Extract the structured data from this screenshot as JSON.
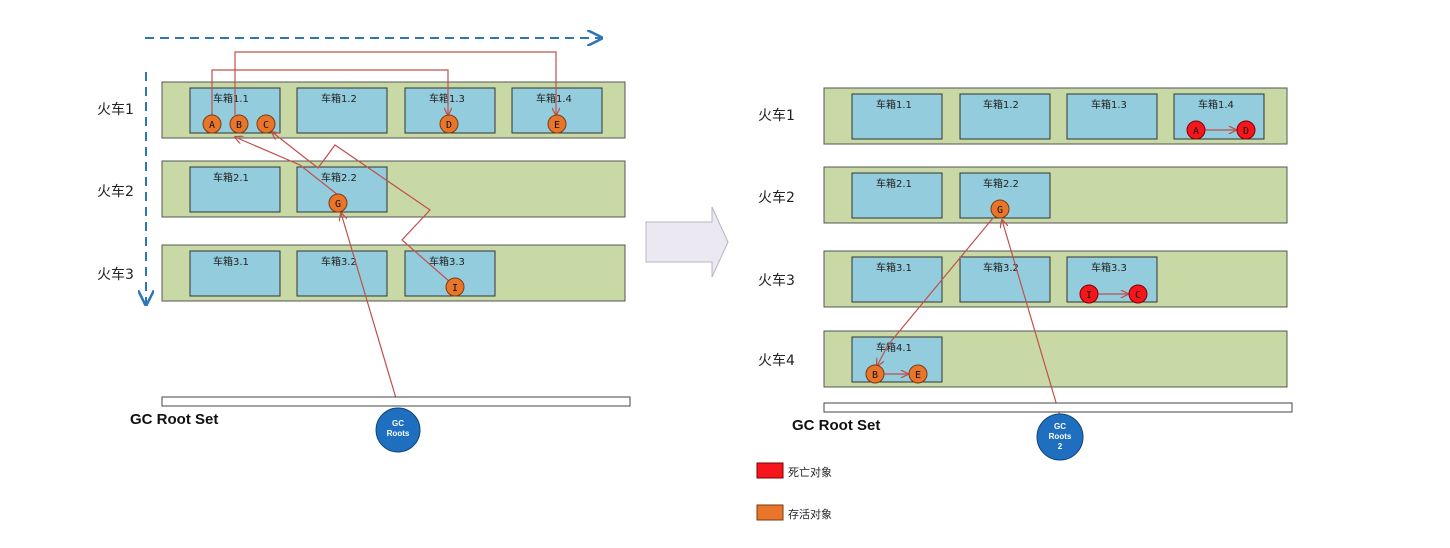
{
  "colors": {
    "train_fill": "#c8d9a6",
    "train_stroke": "#555555",
    "car_fill": "#93cddd",
    "car_stroke": "#333333",
    "live_object": "#e9752a",
    "dead_object": "#f5161c",
    "root": "#1f6fc0",
    "edge": "#c0504d",
    "scan_arrow": "#2e75b6"
  },
  "before": {
    "trains": [
      "火车1",
      "火车2",
      "火车3"
    ],
    "cars": [
      [
        "车箱1.1",
        "车箱1.2",
        "车箱1.3",
        "车箱1.4"
      ],
      [
        "车箱2.1",
        "车箱2.2"
      ],
      [
        "车箱3.1",
        "车箱3.2",
        "车箱3.3"
      ]
    ],
    "objects": [
      "A",
      "B",
      "C",
      "D",
      "E",
      "G",
      "I"
    ],
    "root_set_label": "GC Root Set",
    "root_label": [
      "GC",
      "Roots"
    ]
  },
  "after": {
    "trains": [
      "火车1",
      "火车2",
      "火车3",
      "火车4"
    ],
    "cars": [
      [
        "车箱1.1",
        "车箱1.2",
        "车箱1.3",
        "车箱1.4"
      ],
      [
        "车箱2.1",
        "车箱2.2"
      ],
      [
        "车箱3.1",
        "车箱3.2",
        "车箱3.3"
      ],
      [
        "车箱4.1"
      ]
    ],
    "objects": [
      "A",
      "D",
      "G",
      "I",
      "C",
      "B",
      "E"
    ],
    "root_set_label": "GC Root Set",
    "root_label": [
      "GC",
      "Roots",
      "2"
    ]
  },
  "legend": {
    "dead": "死亡对象",
    "live": "存活对象"
  }
}
